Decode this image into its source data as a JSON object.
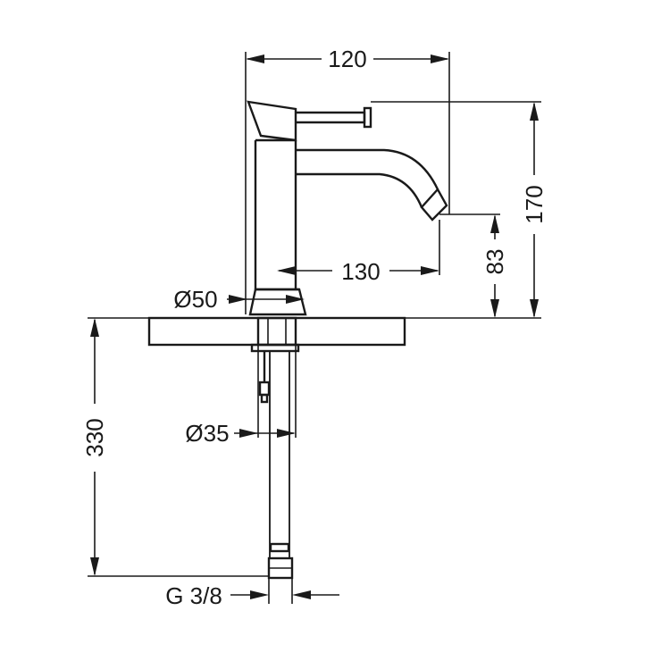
{
  "drawing": {
    "dimensions": {
      "overall_width": "120",
      "overall_height": "170",
      "spout_reach": "130",
      "spout_height": "83",
      "base_diameter": "Ø50",
      "hole_diameter": "Ø35",
      "hose_length": "330",
      "connection": "G 3/8"
    }
  }
}
